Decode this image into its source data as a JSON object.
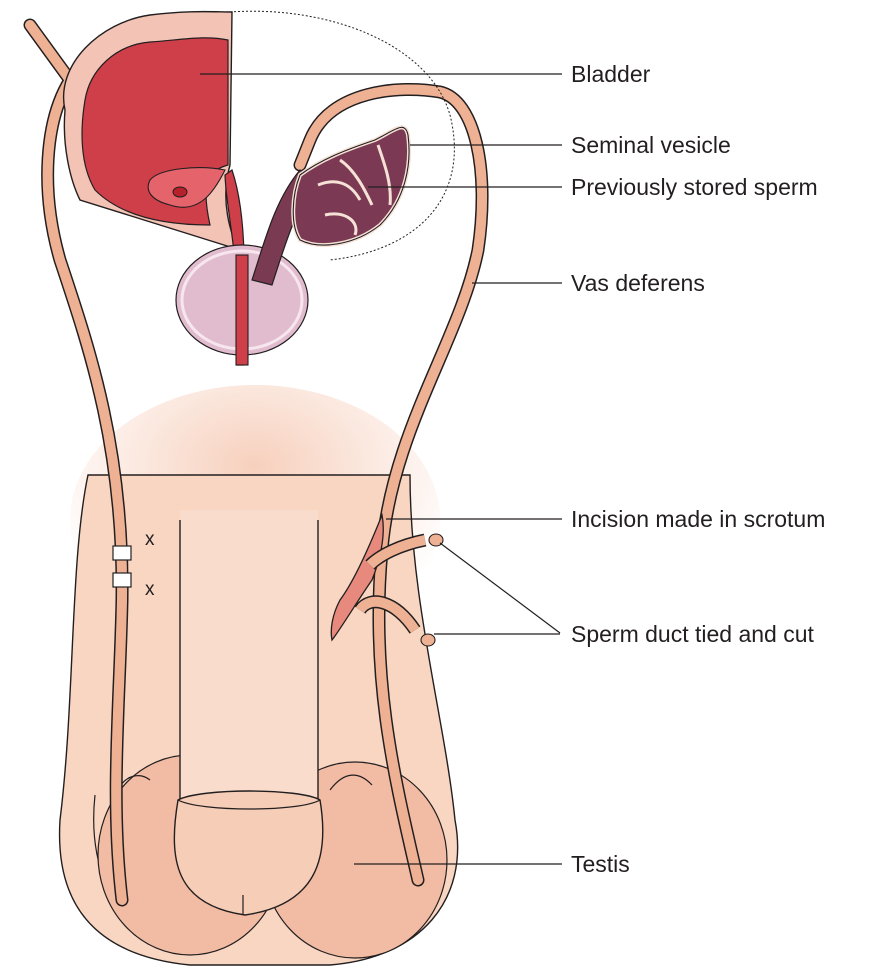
{
  "labels": {
    "bladder": "Bladder",
    "seminal_vesicle": "Seminal vesicle",
    "stored_sperm": "Previously stored sperm",
    "vas_deferens": "Vas deferens",
    "incision": "Incision made in scrotum",
    "sperm_duct": "Sperm duct tied and cut",
    "testis": "Testis"
  },
  "markers": {
    "cut_top": "x",
    "cut_bottom": "x"
  },
  "colors": {
    "bladder_interior": "#cc3d48",
    "bladder_wall": "#f1c3b6",
    "duct": "#efb193",
    "skin": "#f8d8c4",
    "shaft": "#f8ddcb",
    "testis": "#f1b8a0",
    "seminal_vesicle": "#7a3a52",
    "prostate": "#ddb8ca",
    "outline": "#231f20"
  }
}
